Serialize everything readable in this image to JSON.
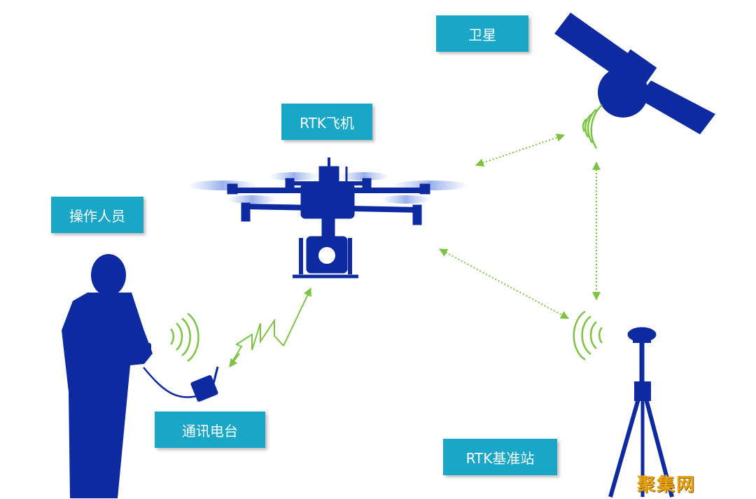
{
  "colors": {
    "figure": "#0d2aa0",
    "label_bg": "#1aa6c6",
    "signal": "#7cc243",
    "watermark": "#e8a415"
  },
  "labels": {
    "satellite": "卫星",
    "rtk_drone": "RTK飞机",
    "operator": "操作人员",
    "radio": "通讯电台",
    "base_station": "RTK基准站"
  },
  "watermark": "聚集网",
  "icons": [
    "satellite-icon",
    "drone-icon",
    "operator-icon",
    "radio-icon",
    "base-station-icon"
  ]
}
